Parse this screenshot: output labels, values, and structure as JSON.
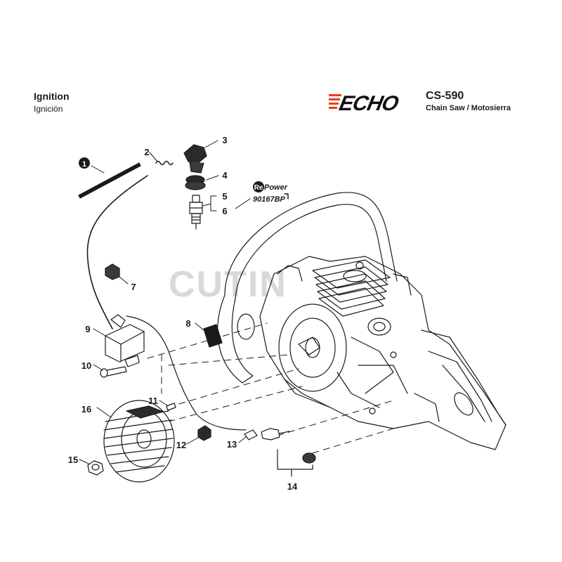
{
  "header": {
    "title": "Ignition",
    "subtitle": "Ignición",
    "brand": "ECHO",
    "model": "CS-590",
    "model_sub": "Chain Saw / Motosierra"
  },
  "watermark": "CUTIN",
  "repower": {
    "logo_prefix": "Re",
    "logo_word": "Power",
    "part_number": "90167BP"
  },
  "callouts": [
    {
      "id": "1",
      "label": "1",
      "filled": true
    },
    {
      "id": "2",
      "label": "2"
    },
    {
      "id": "3",
      "label": "3"
    },
    {
      "id": "4",
      "label": "4"
    },
    {
      "id": "5",
      "label": "5"
    },
    {
      "id": "6",
      "label": "6"
    },
    {
      "id": "7",
      "label": "7"
    },
    {
      "id": "8",
      "label": "8"
    },
    {
      "id": "9",
      "label": "9"
    },
    {
      "id": "10",
      "label": "10"
    },
    {
      "id": "11",
      "label": "11"
    },
    {
      "id": "12",
      "label": "12"
    },
    {
      "id": "13",
      "label": "13"
    },
    {
      "id": "14",
      "label": "14"
    },
    {
      "id": "15",
      "label": "15"
    },
    {
      "id": "16",
      "label": "16"
    }
  ],
  "colors": {
    "line": "#1a1a1a",
    "brand_red": "#e8401c",
    "watermark": "#c9c9c9"
  }
}
